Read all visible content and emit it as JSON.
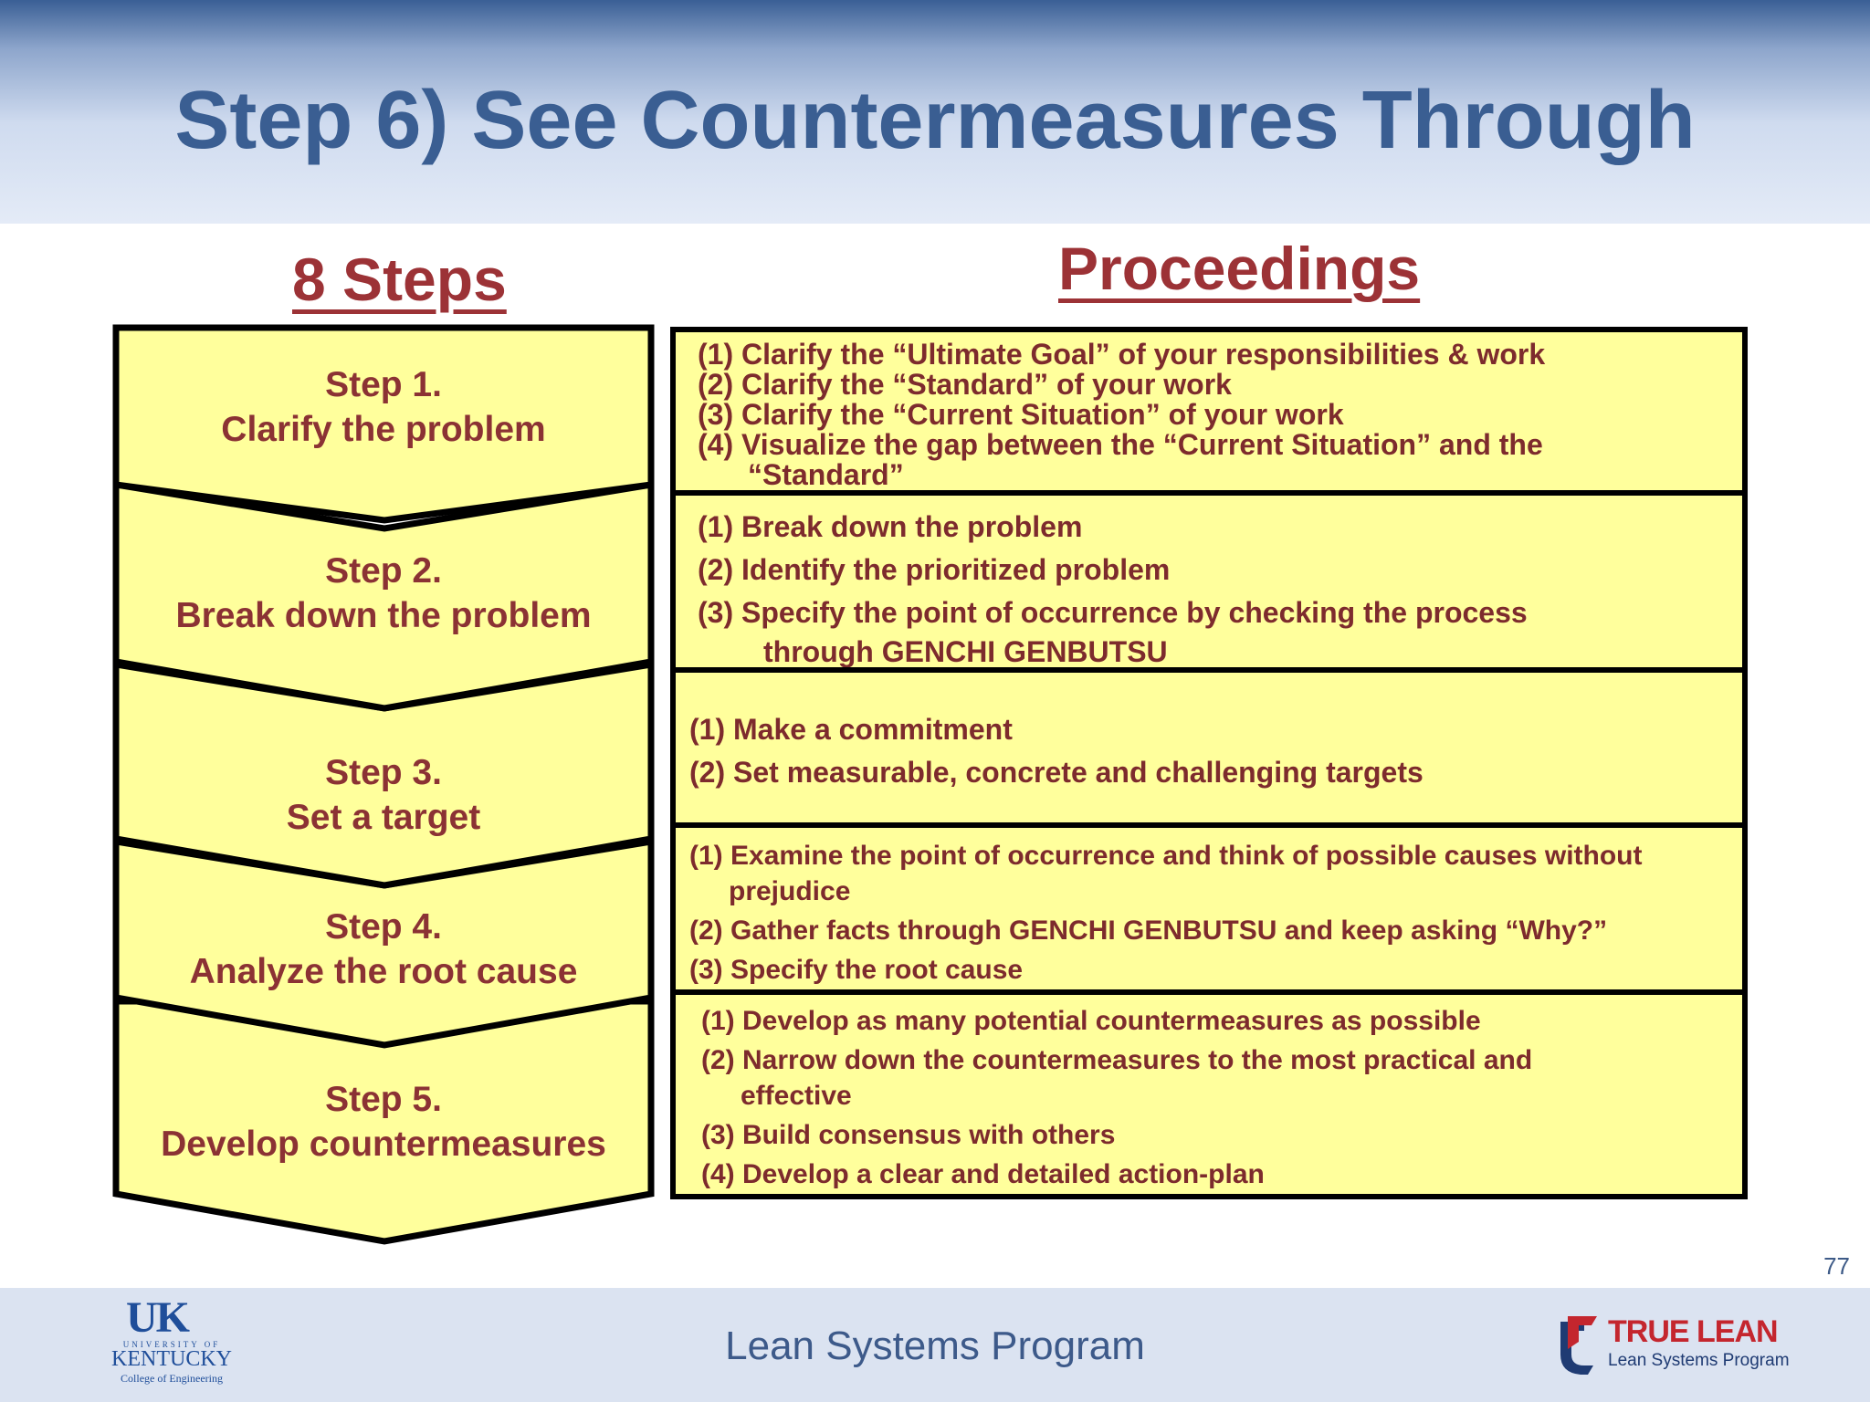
{
  "slide": {
    "title": "Step 6) See Countermeasures Through",
    "page_number": "77",
    "footer": "Lean Systems Program"
  },
  "headings": {
    "steps": "8 Steps",
    "proceedings": "Proceedings"
  },
  "steps": [
    {
      "number": "Step 1.",
      "label": "Clarify the problem"
    },
    {
      "number": "Step 2.",
      "label": "Break down the problem"
    },
    {
      "number": "Step 3.",
      "label": "Set a target"
    },
    {
      "number": "Step 4.",
      "label": "Analyze the root cause"
    },
    {
      "number": "Step 5.",
      "label": "Develop countermeasures"
    }
  ],
  "proceedings": [
    {
      "lines": [
        "(1) Clarify the “Ultimate Goal” of your responsibilities & work",
        "(2) Clarify the “Standard” of your work",
        "(3) Clarify the “Current Situation” of your work",
        "(4) Visualize the gap between the “Current Situation” and the",
        "“Standard”"
      ]
    },
    {
      "lines": [
        "(1) Break down the problem",
        "(2) Identify the prioritized problem",
        "(3) Specify the point of occurrence by checking the process",
        "through GENCHI GENBUTSU"
      ]
    },
    {
      "lines": [
        "(1) Make a commitment",
        "(2) Set measurable, concrete and challenging targets"
      ]
    },
    {
      "lines": [
        "(1) Examine the point of occurrence and think of possible causes without",
        "prejudice",
        "(2) Gather facts through GENCHI GENBUTSU and keep asking “Why?”",
        "(3) Specify the root cause"
      ]
    },
    {
      "lines": [
        "(1) Develop as  many potential countermeasures as possible",
        "(2) Narrow down the countermeasures to the most practical and",
        "effective",
        "(3) Build consensus with others",
        "(4) Develop a clear and detailed action-plan"
      ]
    }
  ],
  "logos": {
    "uk_mark": "UK",
    "uk_university_of": "UNIVERSITY OF",
    "uk_kentucky": "KENTUCKY",
    "uk_college": "College of Engineering",
    "true_lean_title": "TRUE LEAN",
    "true_lean_subtitle": "Lean Systems Program"
  },
  "colors": {
    "title_blue": "#3a5e92",
    "heading_red": "#9c3236",
    "box_yellow": "#ffff9c",
    "text_maroon": "#7d2b2d"
  }
}
